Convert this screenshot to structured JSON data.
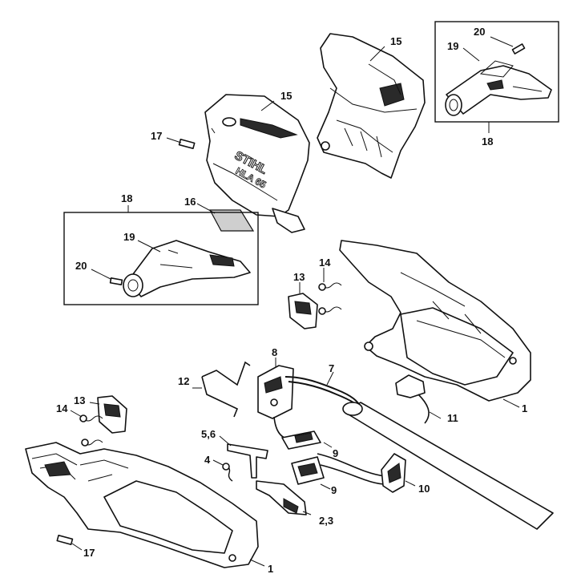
{
  "brand_text": {
    "line1": "STIHL",
    "line2": "HLA 65"
  },
  "callouts": [
    {
      "id": "c15a",
      "text": "15"
    },
    {
      "id": "c15b",
      "text": "15"
    },
    {
      "id": "c17a",
      "text": "17"
    },
    {
      "id": "c16",
      "text": "16"
    },
    {
      "id": "c18a",
      "text": "18"
    },
    {
      "id": "c19a",
      "text": "19"
    },
    {
      "id": "c20a",
      "text": "20"
    },
    {
      "id": "c20b",
      "text": "20"
    },
    {
      "id": "c19b",
      "text": "19"
    },
    {
      "id": "c18b",
      "text": "18"
    },
    {
      "id": "c14a",
      "text": "14"
    },
    {
      "id": "c13a",
      "text": "13"
    },
    {
      "id": "c8",
      "text": "8"
    },
    {
      "id": "c7",
      "text": "7"
    },
    {
      "id": "c12",
      "text": "12"
    },
    {
      "id": "c1a",
      "text": "1"
    },
    {
      "id": "c11",
      "text": "11"
    },
    {
      "id": "c13b",
      "text": "13"
    },
    {
      "id": "c14b",
      "text": "14"
    },
    {
      "id": "c56",
      "text": "5,6"
    },
    {
      "id": "c9a",
      "text": "9"
    },
    {
      "id": "c4",
      "text": "4"
    },
    {
      "id": "c9b",
      "text": "9"
    },
    {
      "id": "c10",
      "text": "10"
    },
    {
      "id": "c23",
      "text": "2,3"
    },
    {
      "id": "c17b",
      "text": "17"
    },
    {
      "id": "c1b",
      "text": "1"
    }
  ]
}
